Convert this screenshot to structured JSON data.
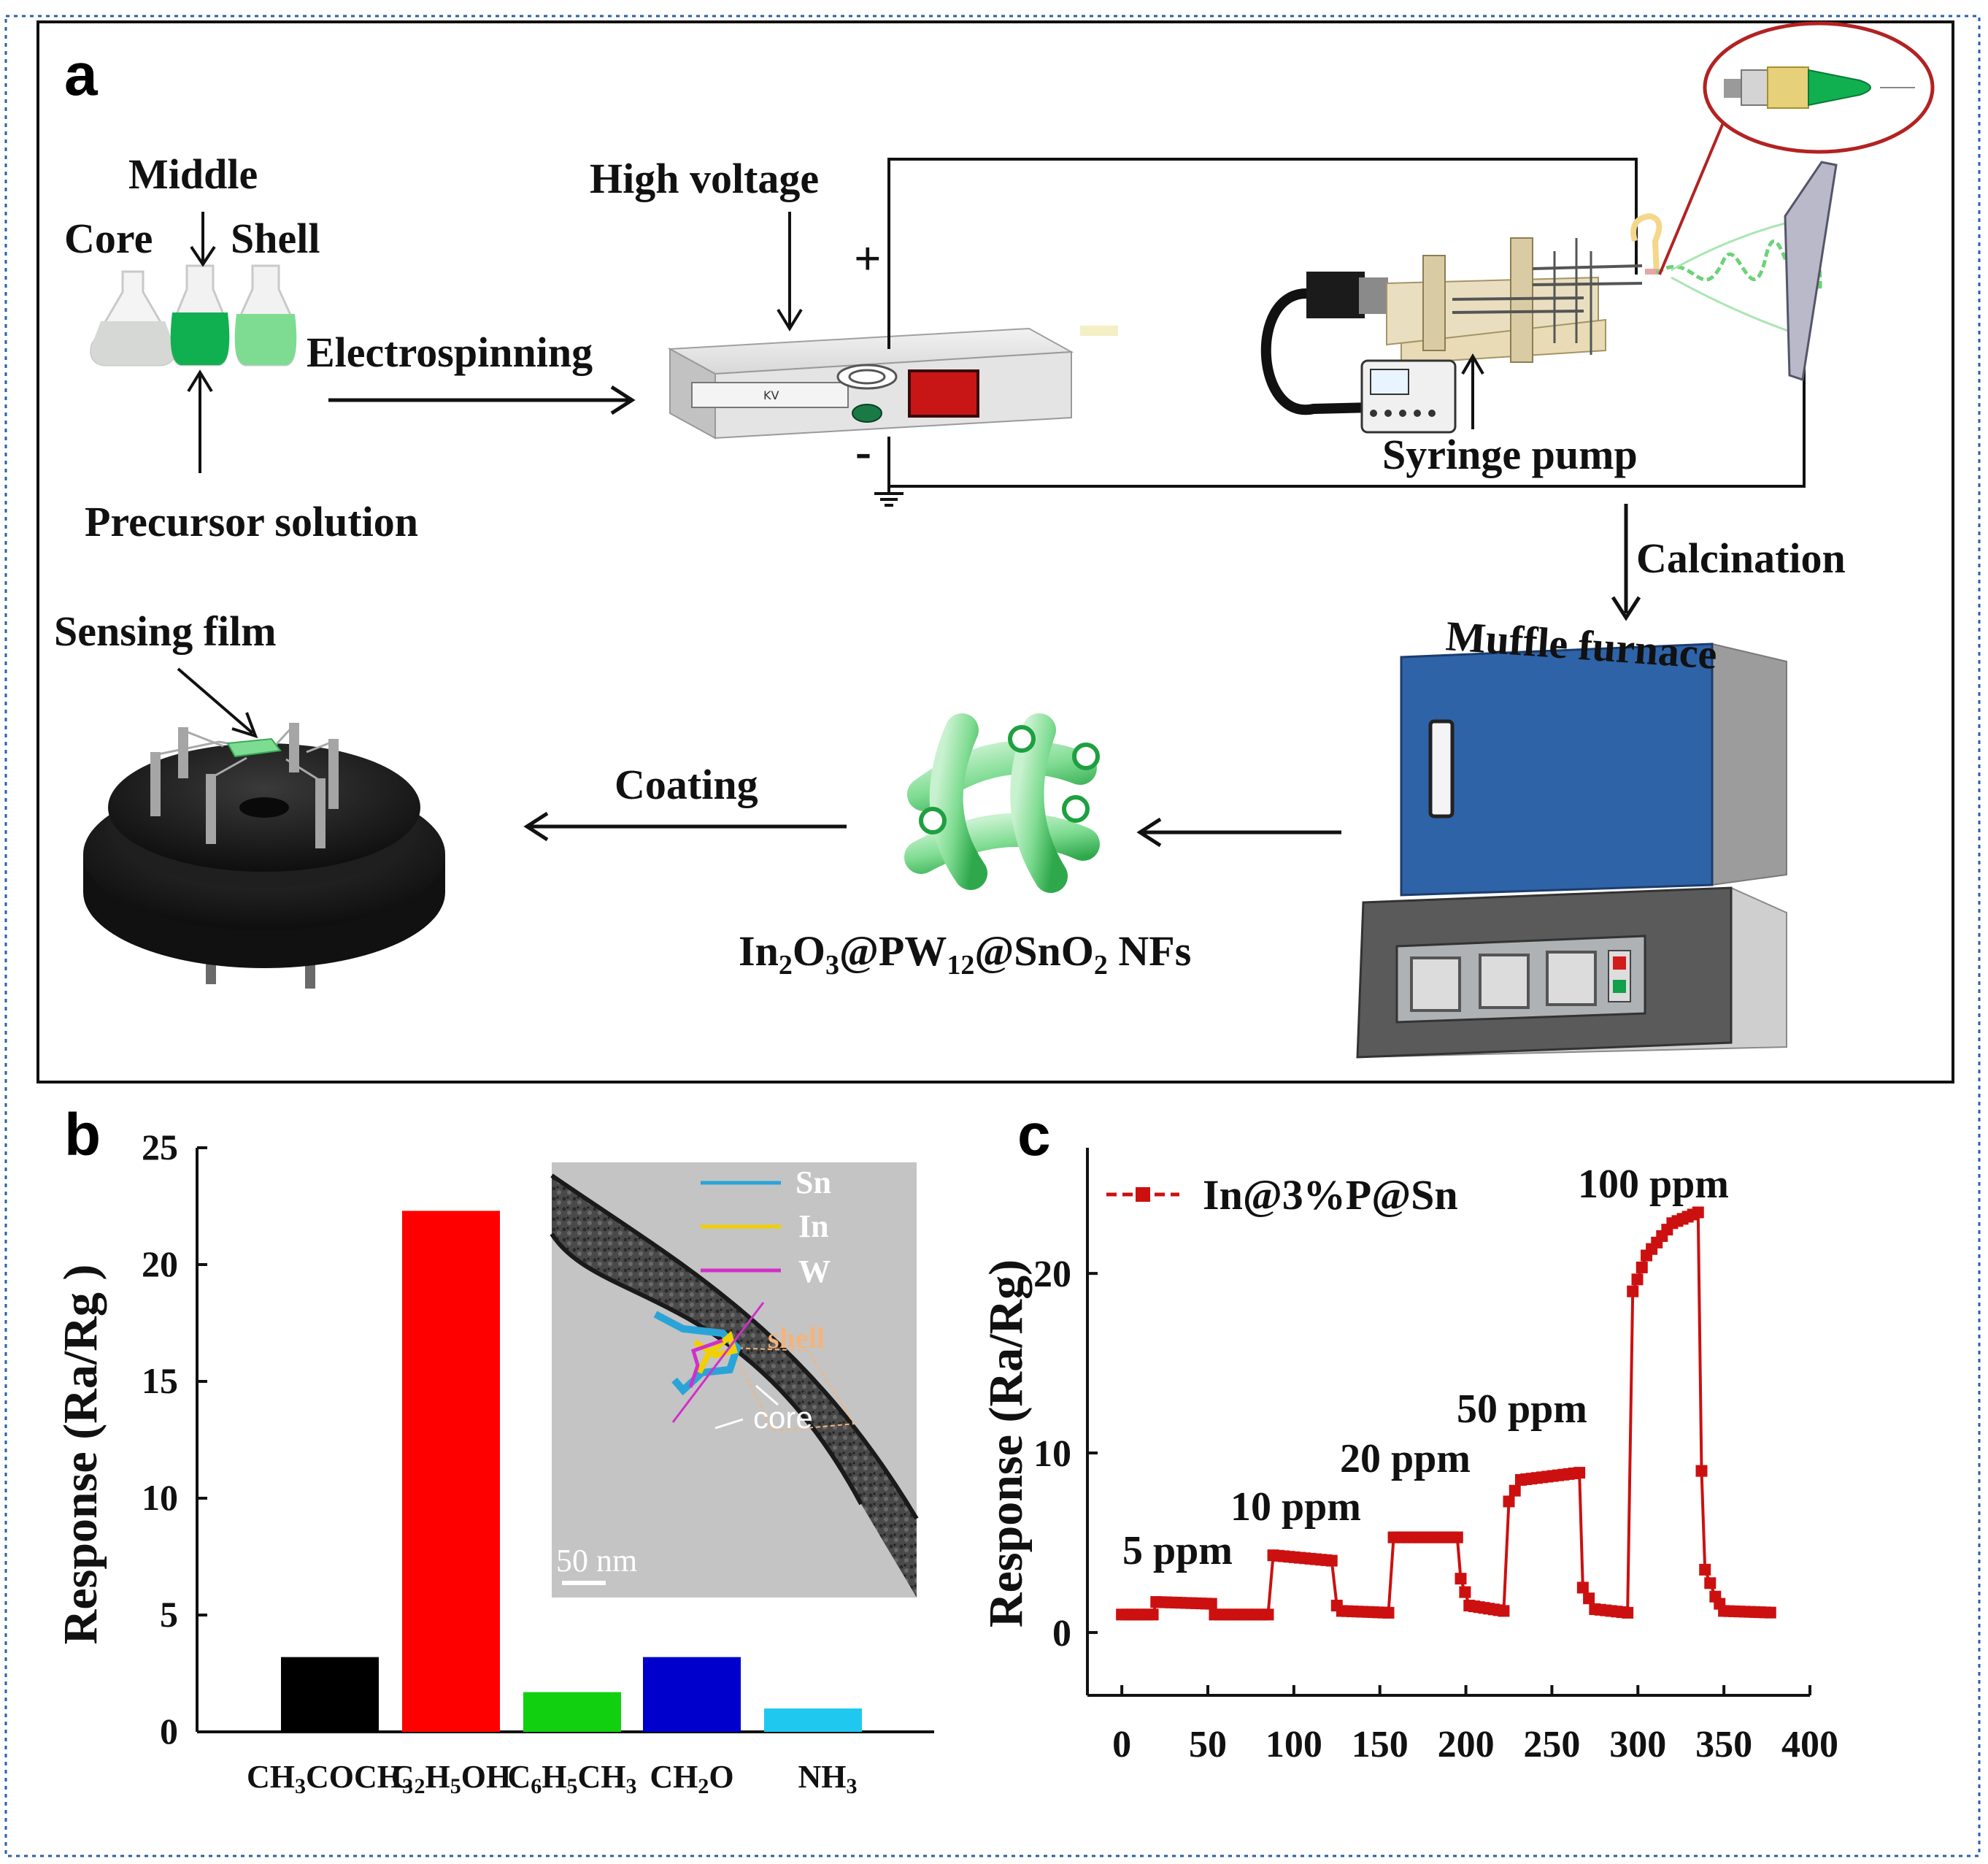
{
  "panel_a": {
    "letter": "a",
    "labels": {
      "middle": "Middle",
      "core": "Core",
      "shell": "Shell",
      "precursor": "Precursor solution",
      "electrospinning": "Electrospinning",
      "high_voltage": "High voltage",
      "kv": "KV",
      "plus": "+",
      "minus": "-",
      "syringe_pump": "Syringe pump",
      "calcination": "Calcination",
      "muffle_furnace": "Muffle furnace",
      "sensing_film": "Sensing film",
      "coating": "Coating",
      "product": {
        "p1": "In",
        "s1": "2",
        "p2": "O",
        "s2": "3",
        "p3": "@PW",
        "s3": "12",
        "p4": "@SnO",
        "s4": "2",
        "p5": " NFs"
      }
    },
    "colors": {
      "green_dark": "#10b050",
      "green_light": "#7ddc92",
      "flask_grey": "#d6d8d6",
      "furnace_blue": "#2f63a8",
      "red_button": "#d11c1c"
    }
  },
  "panel_b": {
    "letter": "b",
    "inset": {
      "legend": [
        "Sn",
        "In",
        "W"
      ],
      "legend_colors": [
        "#2aa4d8",
        "#f0d000",
        "#d030c8"
      ],
      "shell_label": "shell",
      "core_label": "core",
      "scale_bar": "50 nm"
    },
    "chart_data": {
      "type": "bar",
      "categories": [
        "CH3COCH3",
        "C2H5OH",
        "C6H5CH3",
        "CH2O",
        "NH3"
      ],
      "category_labels": [
        {
          "parts": [
            [
              "CH",
              false
            ],
            [
              "3",
              true
            ],
            [
              "COCH",
              false
            ],
            [
              "3",
              true
            ]
          ]
        },
        {
          "parts": [
            [
              "C",
              false
            ],
            [
              "2",
              true
            ],
            [
              "H",
              false
            ],
            [
              "5",
              true
            ],
            [
              "OH",
              false
            ]
          ]
        },
        {
          "parts": [
            [
              "C",
              false
            ],
            [
              "6",
              true
            ],
            [
              "H",
              false
            ],
            [
              "5",
              true
            ],
            [
              "CH",
              false
            ],
            [
              "3",
              true
            ]
          ]
        },
        {
          "parts": [
            [
              "CH",
              false
            ],
            [
              "2",
              true
            ],
            [
              "O",
              false
            ]
          ]
        },
        {
          "parts": [
            [
              "NH",
              false
            ],
            [
              "3",
              true
            ]
          ]
        }
      ],
      "values": [
        3.2,
        22.3,
        1.7,
        3.2,
        1.0
      ],
      "colors": [
        "#000000",
        "#ff0000",
        "#10d010",
        "#0000cc",
        "#1ec8ee"
      ],
      "ylabel": "Response (Ra/Rg )",
      "ylim": [
        0,
        25
      ],
      "yticks": [
        0,
        5,
        10,
        15,
        20,
        25
      ]
    }
  },
  "panel_c": {
    "letter": "c",
    "chart_data": {
      "type": "line",
      "series": [
        {
          "name": "In@3%P@Sn",
          "color": "#cc1010",
          "points": [
            [
              0,
              1.0
            ],
            [
              18,
              1.0
            ],
            [
              20,
              1.7
            ],
            [
              52,
              1.6
            ],
            [
              54,
              1.0
            ],
            [
              85,
              1.0
            ],
            [
              88,
              4.3
            ],
            [
              122,
              4.0
            ],
            [
              125,
              1.5
            ],
            [
              128,
              1.2
            ],
            [
              155,
              1.1
            ],
            [
              158,
              5.3
            ],
            [
              195,
              5.3
            ],
            [
              197,
              3.0
            ],
            [
              202,
              1.5
            ],
            [
              222,
              1.2
            ],
            [
              225,
              7.3
            ],
            [
              232,
              8.5
            ],
            [
              266,
              8.9
            ],
            [
              268,
              2.5
            ],
            [
              275,
              1.3
            ],
            [
              294,
              1.1
            ],
            [
              297,
              19.0
            ],
            [
              305,
              21.0
            ],
            [
              320,
              22.8
            ],
            [
              335,
              23.4
            ],
            [
              337,
              9.0
            ],
            [
              339,
              3.5
            ],
            [
              345,
              2.0
            ],
            [
              350,
              1.2
            ],
            [
              380,
              1.1
            ]
          ]
        }
      ],
      "step_labels": [
        "5 ppm",
        "10 ppm",
        "20 ppm",
        "50 ppm",
        "100 ppm"
      ],
      "ylabel": "Response (Ra/Rg)",
      "xlim": [
        -20,
        400
      ],
      "ylim": [
        -3.5,
        27
      ],
      "xticks": [
        0,
        50,
        100,
        150,
        200,
        250,
        300,
        350,
        400
      ],
      "yticks": [
        0,
        10,
        20
      ]
    }
  }
}
